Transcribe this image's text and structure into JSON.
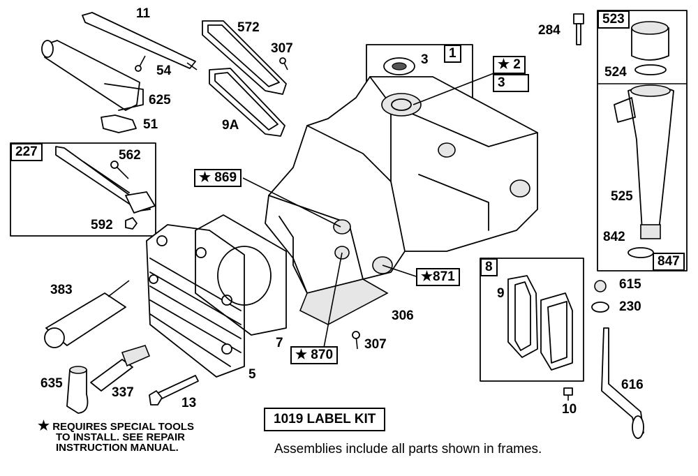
{
  "callouts": {
    "c11": "11",
    "c54": "54",
    "c625": "625",
    "c51": "51",
    "c572": "572",
    "c307a": "307",
    "c9a": "9A",
    "c3a": "3",
    "c284": "284",
    "c524": "524",
    "c525": "525",
    "c842": "842",
    "c562": "562",
    "c592": "592",
    "c383": "383",
    "c635": "635",
    "c337": "337",
    "c13": "13",
    "c5": "5",
    "c7": "7",
    "c306": "306",
    "c307b": "307",
    "c9": "9",
    "c10": "10",
    "c615": "615",
    "c230": "230",
    "c616": "616"
  },
  "frames": {
    "f1": "1",
    "f2": "★ 2",
    "f3": "3",
    "f523": "523",
    "f847": "847",
    "f227": "227",
    "f869": "★ 869",
    "f871": "★871",
    "f870": "★ 870",
    "f8": "8"
  },
  "footnote": {
    "star": "★",
    "line1": "REQUIRES SPECIAL TOOLS",
    "line2": "TO INSTALL.  SEE REPAIR",
    "line3": "INSTRUCTION MANUAL."
  },
  "label_kit": "1019 LABEL KIT",
  "assemblies_note": "Assemblies include all parts shown in frames."
}
